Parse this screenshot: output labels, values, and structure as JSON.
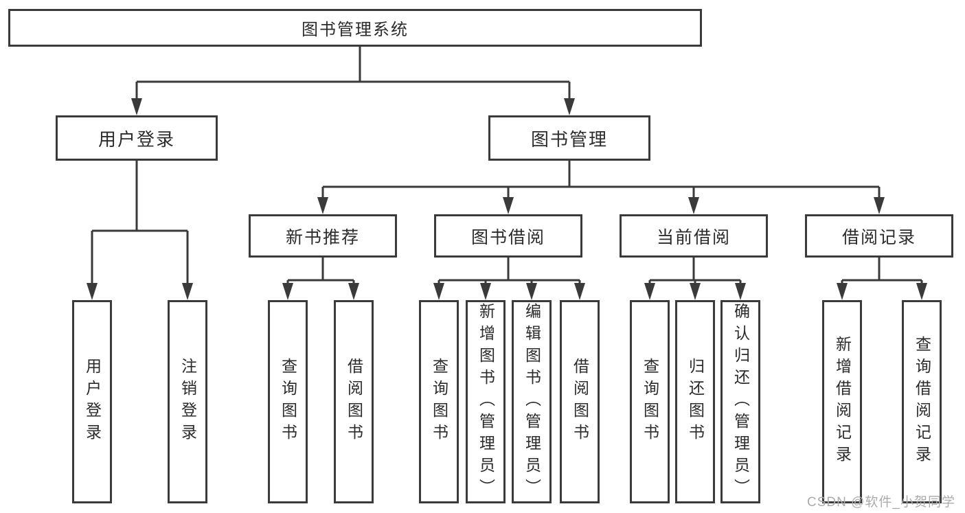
{
  "tree": {
    "label": "图书管理系统",
    "children": [
      {
        "label": "用户登录",
        "children": [
          {
            "label": "用户登录"
          },
          {
            "label": "注销登录"
          }
        ]
      },
      {
        "label": "图书管理",
        "children": [
          {
            "label": "新书推荐",
            "children": [
              {
                "label": "查询图书"
              },
              {
                "label": "借阅图书"
              }
            ]
          },
          {
            "label": "图书借阅",
            "children": [
              {
                "label": "查询图书"
              },
              {
                "label": "新增图书（管理员）"
              },
              {
                "label": "编辑图书（管理员）"
              },
              {
                "label": "借阅图书"
              }
            ]
          },
          {
            "label": "当前借阅",
            "children": [
              {
                "label": "查询图书"
              },
              {
                "label": "归还图书"
              },
              {
                "label": "确认归还（管理员）"
              }
            ]
          },
          {
            "label": "借阅记录",
            "children": [
              {
                "label": "新增借阅记录"
              },
              {
                "label": "查询借阅记录"
              }
            ]
          }
        ]
      }
    ]
  },
  "watermark": {
    "text": "CSDN @软件_小贺同学"
  },
  "colors": {
    "line": "#3a3a3a",
    "border": "#3a3a3a",
    "text": "#2b2b2b",
    "watermark": "#ababab",
    "background": "#ffffff"
  }
}
